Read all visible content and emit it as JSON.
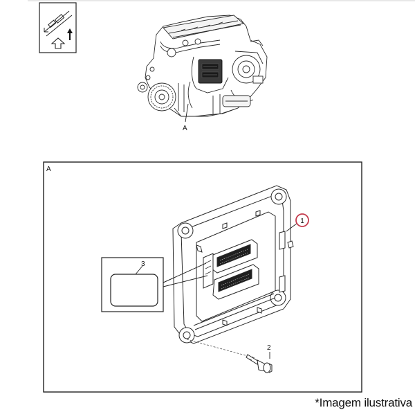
{
  "diagram": {
    "labels": {
      "engine_callout": "A",
      "frame_label": "A",
      "callout_1": "1",
      "callout_2": "2",
      "callout_3": "3"
    },
    "caption": "*Imagem ilustrativa",
    "colors": {
      "line": "#2a2a2a",
      "highlight_ring": "#c43c4e"
    }
  }
}
